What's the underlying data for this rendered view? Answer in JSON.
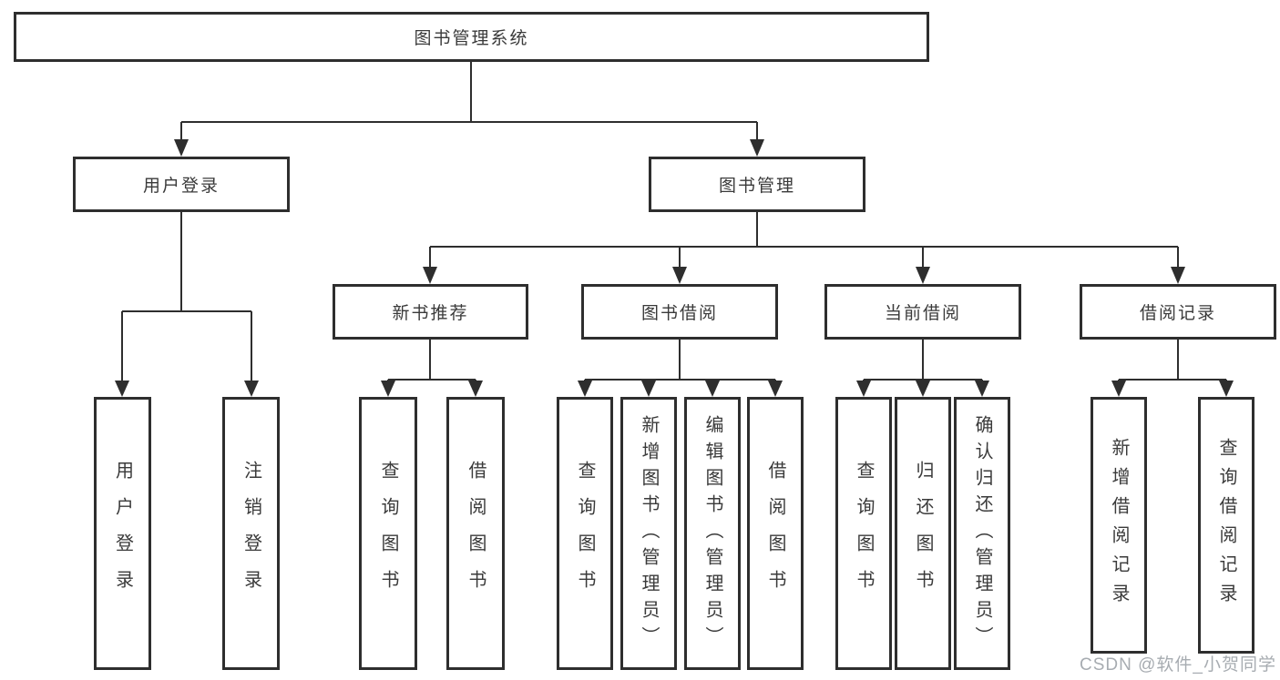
{
  "colors": {
    "line": "#2e2e2e",
    "box_border": "#2e2e2e",
    "box_fill": "#ffffff",
    "text": "#3a3a3a",
    "watermark_text": "#a7acb1"
  },
  "diagram": {
    "type": "tree",
    "root": {
      "label": "图书管理系统"
    },
    "user_login": {
      "label": "用户登录",
      "children": {
        "login": {
          "label": "用户登录"
        },
        "logout": {
          "label": "注销登录"
        }
      }
    },
    "book_mgmt": {
      "label": "图书管理",
      "new_book_rec": {
        "label": "新书推荐",
        "children": {
          "query_books": {
            "label": "查询图书"
          },
          "borrow_books": {
            "label": "借阅图书"
          }
        }
      },
      "book_borrowing": {
        "label": "图书借阅",
        "children": {
          "query_books": {
            "label": "查询图书"
          },
          "add_books": {
            "label": "新增图书（管理员）"
          },
          "edit_books": {
            "label": "编辑图书（管理员）"
          },
          "borrow_books": {
            "label": "借阅图书"
          }
        }
      },
      "current_borrowing": {
        "label": "当前借阅",
        "children": {
          "query_books": {
            "label": "查询图书"
          },
          "return_books": {
            "label": "归还图书"
          },
          "confirm_return": {
            "label": "确认归还（管理员）"
          }
        }
      },
      "borrowing_records": {
        "label": "借阅记录",
        "children": {
          "add_record": {
            "label": "新增借阅记录"
          },
          "query_record": {
            "label": "查询借阅记录"
          }
        }
      }
    }
  },
  "watermark": {
    "text": "CSDN @软件_小贺同学"
  }
}
